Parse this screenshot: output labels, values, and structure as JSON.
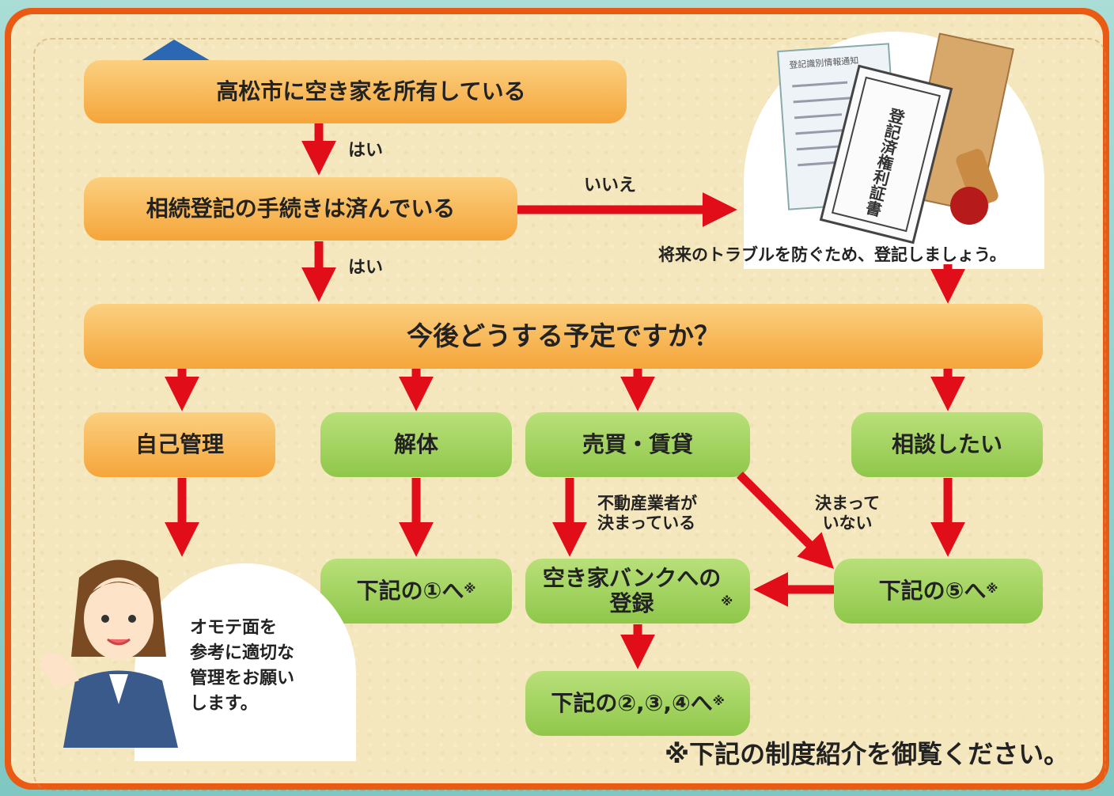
{
  "flowchart": {
    "owns_house": "高松市に空き家を所有している",
    "yes_1": "はい",
    "inheritance_done": "相続登記の手続きは済んでいる",
    "no_label": "いいえ",
    "yes_2": "はい",
    "register_advice": "将来のトラブルを防ぐため、登記しましょう。",
    "plan_question": "今後どうする予定ですか？",
    "option_self_manage": "自己管理",
    "option_demolish": "解体",
    "option_sale_rent": "売買・賃貸",
    "option_consult": "相談したい",
    "realtor_decided": "不動産業者が\n決まっている",
    "not_decided": "決まって\nいない",
    "to_1": "下記の①へ",
    "akiya_bank": "空き家バンクへの\n登録",
    "to_5": "下記の⑤へ",
    "to_234": "下記の②,③,④へ",
    "note_mark": "※",
    "advice_bubble": "オモテ面を\n参考に適切な\n管理をお願い\nします。",
    "footnote": "※下記の制度紹介を御覧ください。"
  },
  "illustration_text": {
    "document_heading": "登記識別情報通知",
    "certificate_title": "登記済権利証書"
  },
  "colors": {
    "frame": "#ea5a12",
    "panel": "#f5e7bd",
    "orange_box": "#f5a53a",
    "green_box": "#8fc74a",
    "arrow": "#e10d18"
  }
}
